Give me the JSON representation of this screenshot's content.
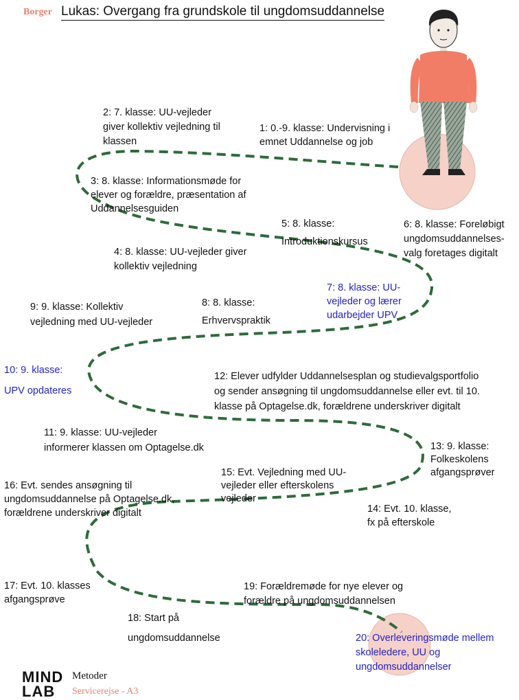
{
  "header": {
    "tag": "Borger",
    "title": "Lukas: Overgang fra grundskole til ungdomsuddannelse"
  },
  "colors": {
    "path": "#2e6b3a",
    "circle": "#f6d1c8",
    "shirt": "#f27d66",
    "accent": "#e9826d",
    "blue_text": "#2323c4"
  },
  "steps": [
    {
      "id": "1",
      "lines": [
        "1: 0.-9. klasse: Undervisning i",
        "emnet Uddannelse og job"
      ]
    },
    {
      "id": "2",
      "lines": [
        "2: 7. klasse: UU-vejleder",
        "giver kollektiv vejledning til",
        "klassen"
      ]
    },
    {
      "id": "3",
      "lines": [
        "3: 8. klasse: Informationsmøde for",
        "elever og forældre, præsentation af",
        "Uddannelsesguiden"
      ]
    },
    {
      "id": "4",
      "lines": [
        "4: 8. klasse: UU-vejleder giver",
        "kollektiv vejledning"
      ]
    },
    {
      "id": "5",
      "lines": [
        "5: 8. klasse:",
        "Introduktionskursus"
      ]
    },
    {
      "id": "6",
      "lines": [
        "6: 8. klasse: Foreløbigt",
        "ungdomsuddannelses-",
        "valg foretages digitalt"
      ]
    },
    {
      "id": "7",
      "lines": [
        "7: 8. klasse: UU-",
        "vejleder og lærer",
        "udarbejder UPV"
      ]
    },
    {
      "id": "8",
      "lines": [
        "8: 8. klasse:",
        "Erhvervspraktik"
      ]
    },
    {
      "id": "9",
      "lines": [
        "9: 9. klasse: Kollektiv",
        "vejledning med UU-vejleder"
      ]
    },
    {
      "id": "10",
      "lines": [
        "10: 9. klasse:",
        "UPV opdateres"
      ]
    },
    {
      "id": "11",
      "lines": [
        "11: 9. klasse: UU-vejleder",
        "informerer klassen om Optagelse.dk"
      ]
    },
    {
      "id": "12",
      "lines": [
        "12: Elever udfylder Uddannelsesplan og studievalgsportfolio",
        "og sender ansøgning til ungdomsuddannelse eller evt. til 10.",
        "klasse på Optagelse.dk, forældrene underskriver digitalt"
      ]
    },
    {
      "id": "13",
      "lines": [
        "13: 9. klasse:",
        "Folkeskolens",
        "afgangsprøver"
      ]
    },
    {
      "id": "14",
      "lines": [
        "14: Evt. 10. klasse,",
        "fx på efterskole"
      ]
    },
    {
      "id": "15",
      "lines": [
        "15: Evt. Vejledning med UU-",
        "vejleder eller efterskolens",
        "vejleder"
      ]
    },
    {
      "id": "16",
      "lines": [
        "16: Evt. sendes ansøgning til",
        "ungdomsuddannelse på Optagelse.dk,",
        "forældrene underskriver digitalt"
      ]
    },
    {
      "id": "17",
      "lines": [
        "17: Evt. 10. klasses",
        "afgangsprøve"
      ]
    },
    {
      "id": "18",
      "lines": [
        "18: Start på",
        "ungdomsuddannelse"
      ]
    },
    {
      "id": "19",
      "lines": [
        "19: Forældremøde for nye elever og",
        "forældre på ungdomsuddannelsen"
      ]
    },
    {
      "id": "20",
      "lines": [
        "20: Overleveringsmøde mellem",
        "skoleledere, UU og",
        "ungdomsuddannelser"
      ]
    }
  ],
  "footer": {
    "logo_line1": "MIND",
    "logo_line2": "LAB",
    "methods": "Metoder",
    "journey": "Servicerejse - A3"
  }
}
